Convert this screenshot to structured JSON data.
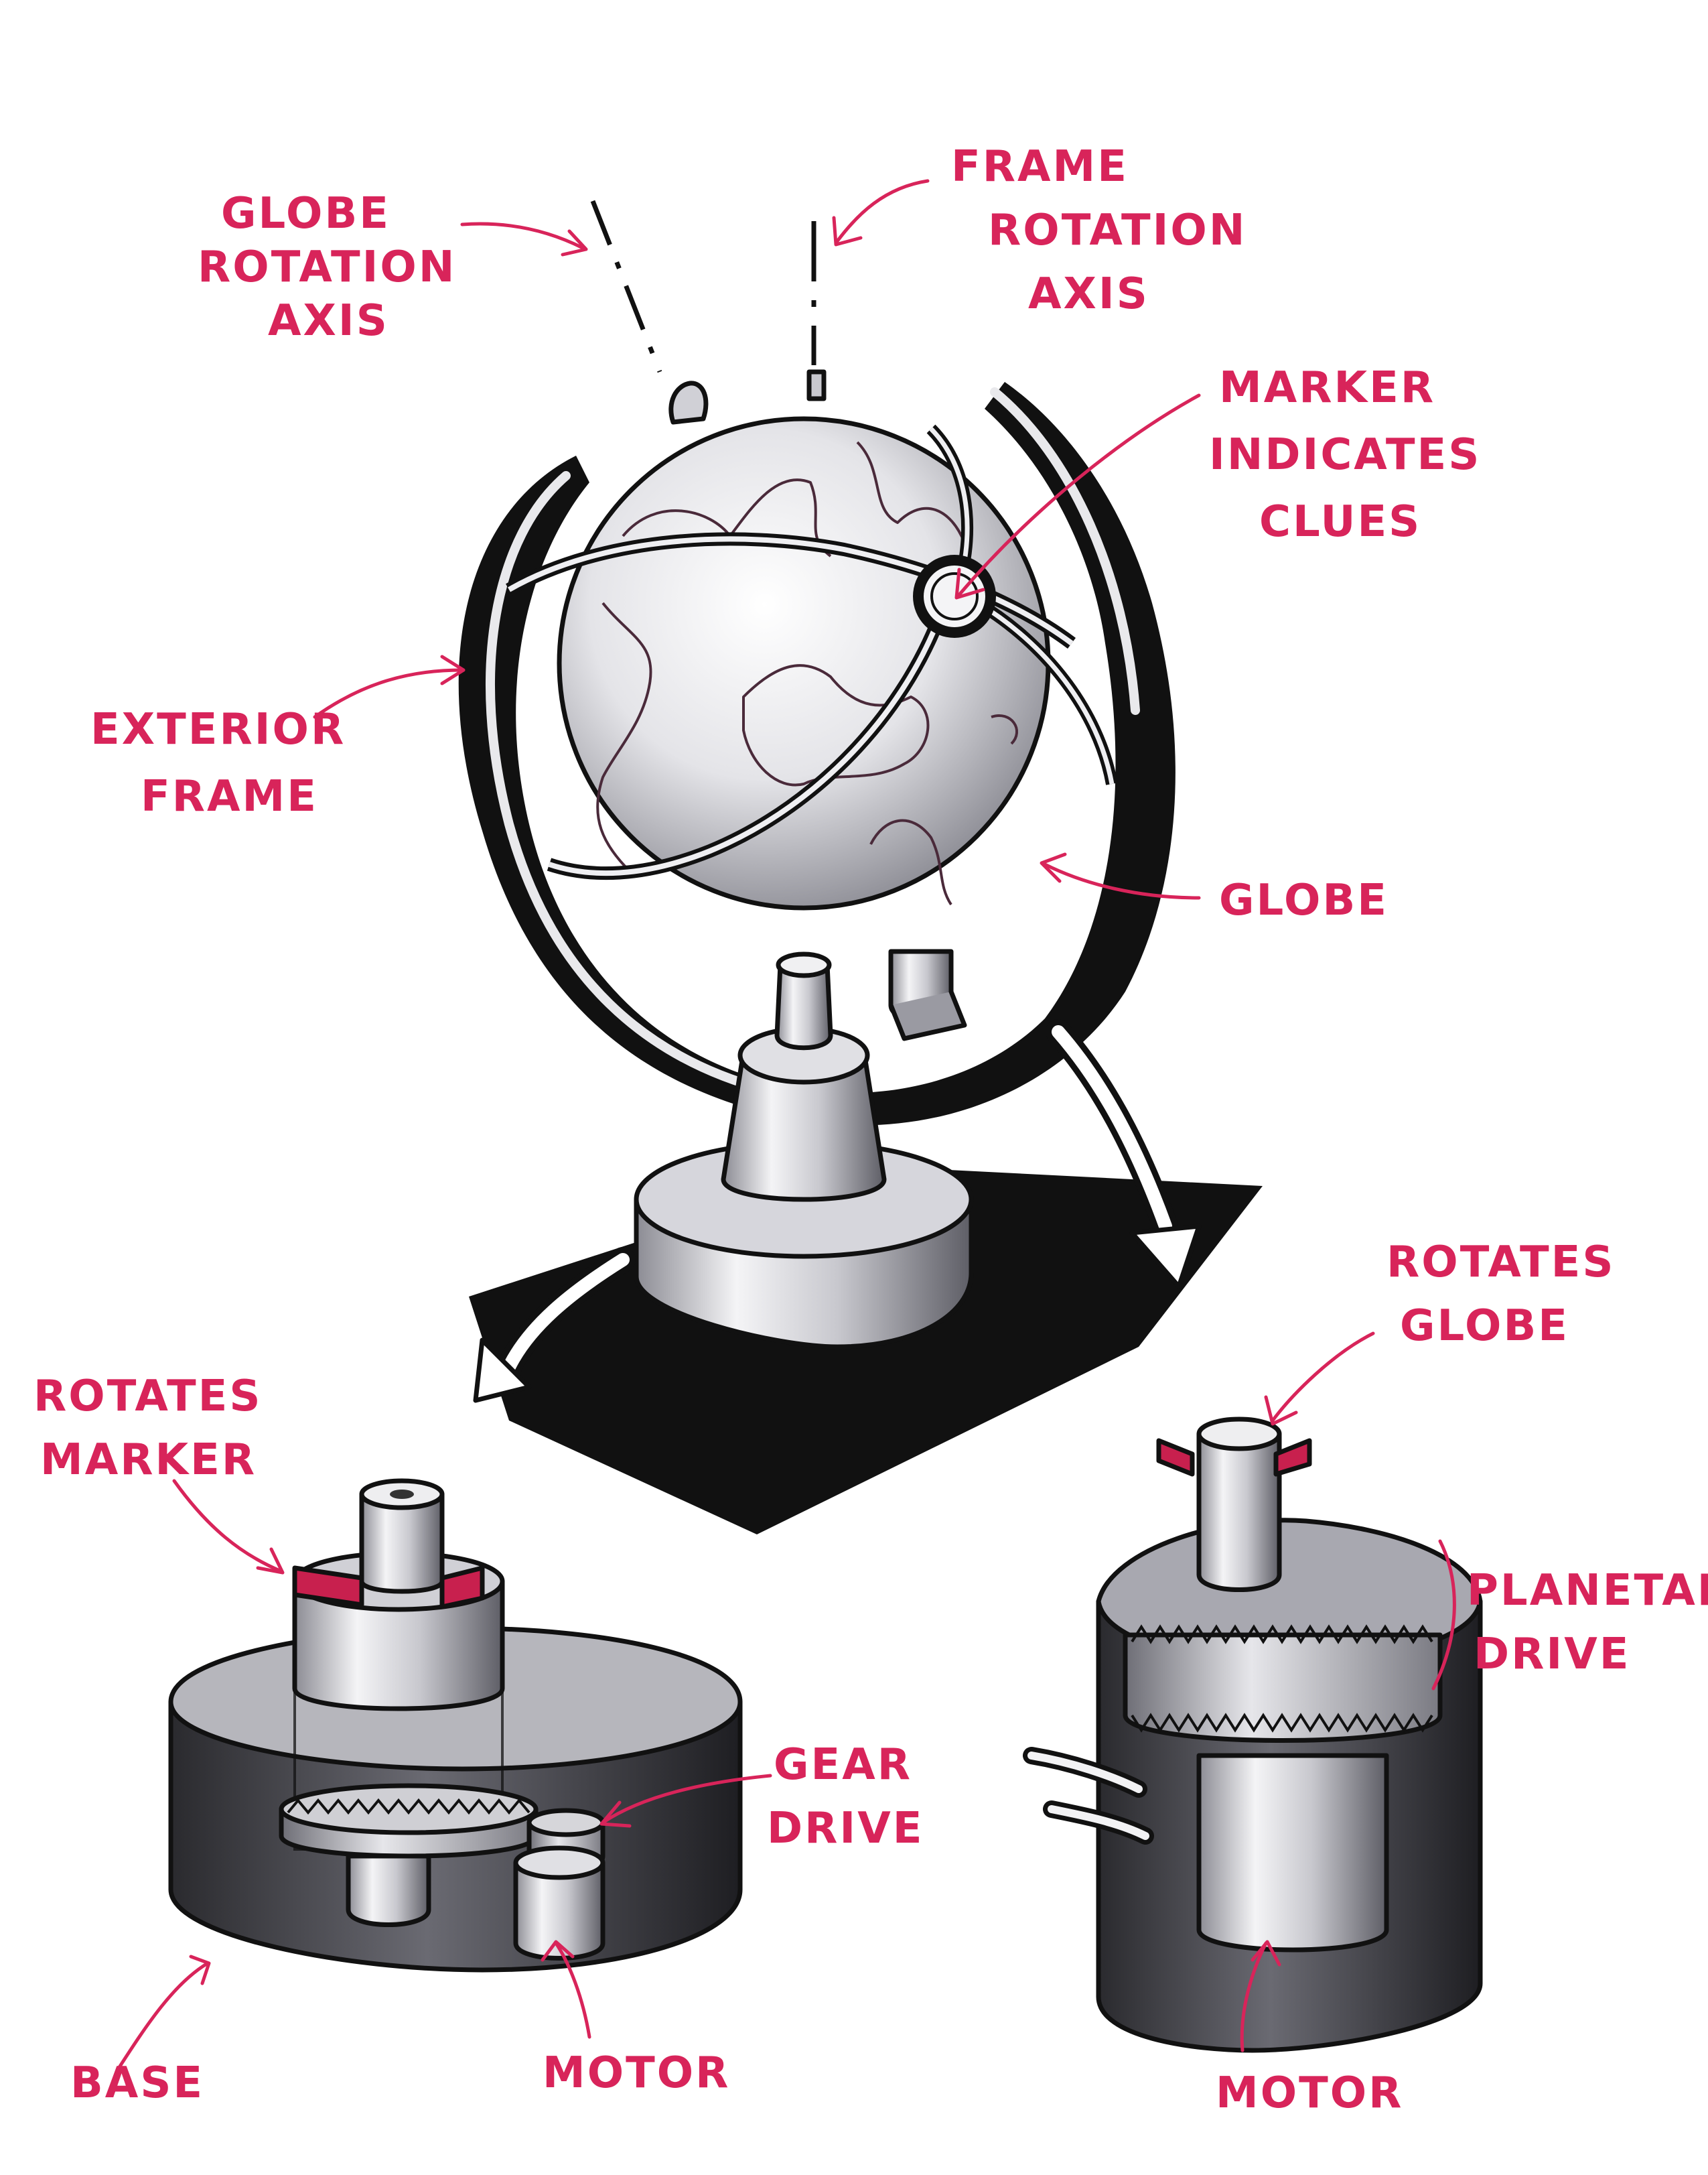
{
  "labels": {
    "globe_rotation_axis": [
      "GLOBE",
      "ROTATION",
      "AXIS"
    ],
    "frame_rotation_axis": [
      "FRAME",
      "ROTATION",
      "AXIS"
    ],
    "marker_indicates_clues": [
      "MARKER",
      "INDICATES",
      "CLUES"
    ],
    "exterior_frame": [
      "EXTERIOR",
      "FRAME"
    ],
    "globe": "GLOBE",
    "rotates_globe": [
      "ROTATES",
      "GLOBE"
    ],
    "rotates_marker": [
      "ROTATES",
      "MARKER"
    ],
    "planetary_drive": [
      "PLANETAR'",
      "DRIVE"
    ],
    "gear_drive": [
      "GEAR",
      "DRIVE"
    ],
    "base": "BASE",
    "motor_left": "MOTOR",
    "motor_right": "MOTOR"
  },
  "colors": {
    "annotation": "#d8245a",
    "ink": "#111111",
    "marker_accent": "#c8204e"
  }
}
